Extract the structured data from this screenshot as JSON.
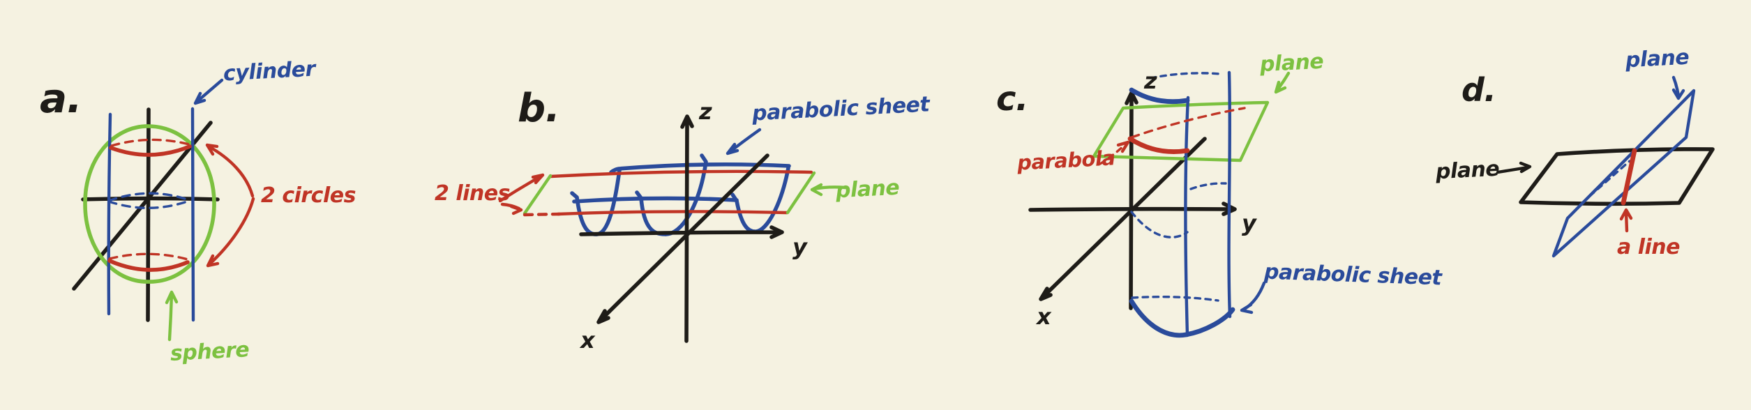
{
  "colors": {
    "paper": "#f5f2e1",
    "ink": "#1e1c18",
    "blue": "#2a4b9b",
    "red": "#c03425",
    "green": "#7cc140"
  },
  "panels": {
    "a": {
      "letter": "a.",
      "cylinder_label": "cylinder",
      "circles_label": "2 circles",
      "sphere_label": "sphere"
    },
    "b": {
      "letter": "b.",
      "lines_label": "2 lines",
      "sheet_label": "parabolic sheet",
      "plane_label": "plane",
      "axis_x": "x",
      "axis_y": "y",
      "axis_z": "z"
    },
    "c": {
      "letter": "c.",
      "parabola_label": "parabola",
      "plane_label": "plane",
      "sheet_label": "parabolic sheet",
      "axis_x": "x",
      "axis_y": "y",
      "axis_z": "z"
    },
    "d": {
      "letter": "d.",
      "plane_top_label": "plane",
      "plane_left_label": "plane",
      "line_label": "a line"
    }
  }
}
